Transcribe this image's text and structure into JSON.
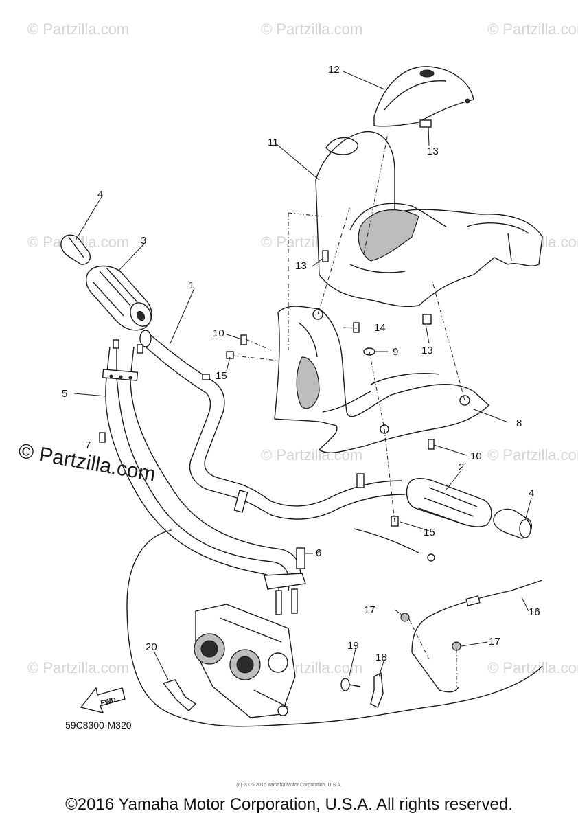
{
  "callouts": {
    "n1": "1",
    "n2": "2",
    "n3": "3",
    "n4a": "4",
    "n4b": "4",
    "n5": "5",
    "n6": "6",
    "n7": "7",
    "n8": "8",
    "n9": "9",
    "n10a": "10",
    "n10b": "10",
    "n11": "11",
    "n12": "12",
    "n13a": "13",
    "n13b": "13",
    "n13c": "13",
    "n14": "14",
    "n15a": "15",
    "n15b": "15",
    "n16": "16",
    "n17a": "17",
    "n17b": "17",
    "n18": "18",
    "n19": "19",
    "n20": "20"
  },
  "fwd_label": "FWD",
  "diagram_code": "59C8300-M320",
  "watermark_text": "© Partzilla.com",
  "big_watermark": "© Partzilla.com",
  "tiny_copyright": "(c) 2005-2016 Yamaha Motor Corporation, U.S.A.",
  "footer_copyright": "©2016 Yamaha Motor Corporation, U.S.A. All rights reserved."
}
